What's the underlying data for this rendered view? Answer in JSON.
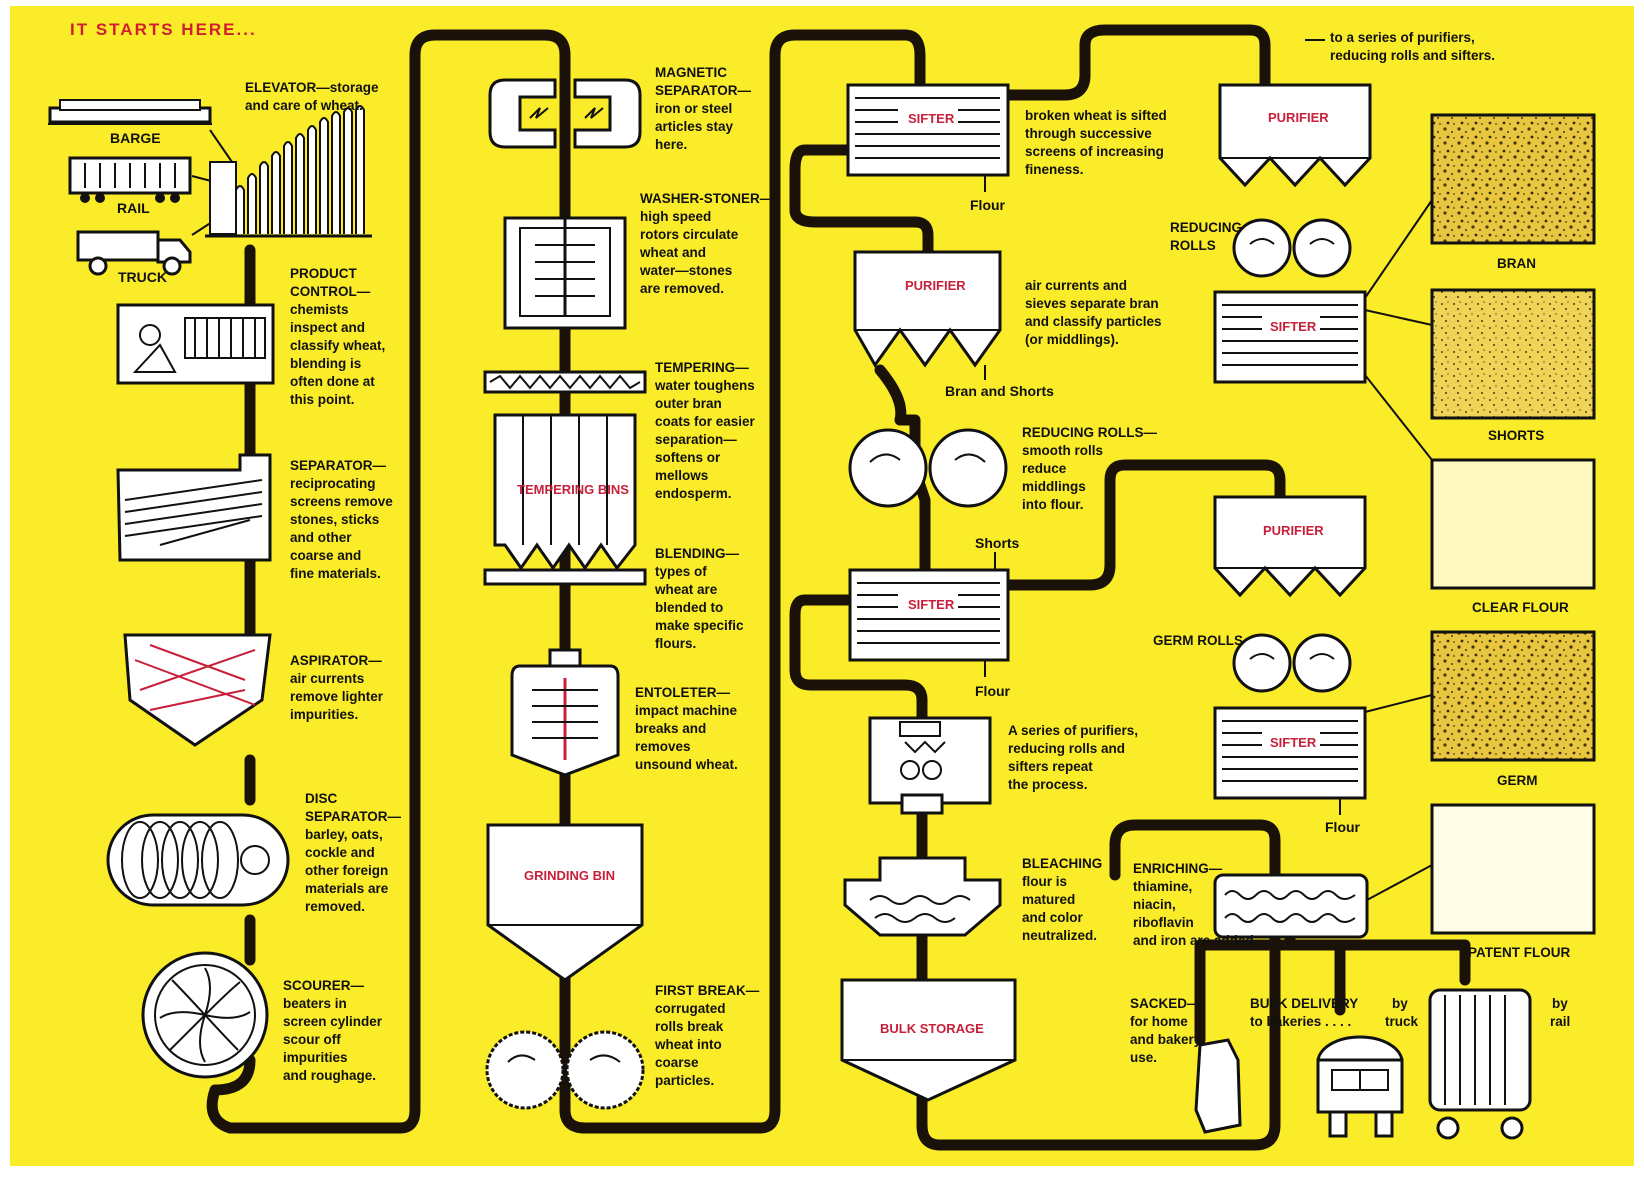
{
  "colors": {
    "background": "#fbec2a",
    "pipe": "#1a1208",
    "accent": "#c8203a",
    "product": "#e3c13b"
  },
  "header": "IT STARTS HERE...",
  "sources": {
    "barge": "BARGE",
    "rail": "RAIL",
    "truck": "TRUCK"
  },
  "steps": {
    "elevator": [
      "ELEVATOR—storage",
      "and care of wheat."
    ],
    "product_control": [
      "PRODUCT",
      "CONTROL—",
      "chemists",
      "inspect  and",
      "classify wheat,",
      "blending is",
      "often done at",
      "this point."
    ],
    "separator": [
      "SEPARATOR—",
      "reciprocating",
      "screens remove",
      "stones, sticks",
      "and other",
      "coarse and",
      "fine materials."
    ],
    "aspirator": [
      "ASPIRATOR—",
      "air currents",
      "remove lighter",
      "impurities."
    ],
    "disc_separator": [
      "DISC",
      "SEPARATOR—",
      "barley, oats,",
      "cockle and",
      "other foreign",
      "materials are",
      "removed."
    ],
    "scourer": [
      "SCOURER—",
      "beaters in",
      "screen cylinder",
      "scour off",
      "impurities",
      "and roughage."
    ],
    "magnetic_separator": [
      "MAGNETIC",
      "SEPARATOR—",
      "iron or steel",
      "articles stay",
      "here."
    ],
    "washer_stoner": [
      "WASHER-STONER—",
      "high speed",
      "rotors circulate",
      "wheat and",
      "water—stones",
      "are removed."
    ],
    "tempering": [
      "TEMPERING—",
      "water toughens",
      "outer bran",
      "coats for easier",
      "separation—",
      "softens or",
      "mellows",
      "endosperm."
    ],
    "blending": [
      "BLENDING—",
      "types of",
      "wheat are",
      "blended to",
      "make specific",
      "flours."
    ],
    "entoleter": [
      "ENTOLETER—",
      "impact machine",
      "breaks and",
      "removes",
      "unsound wheat."
    ],
    "first_break": [
      "FIRST BREAK—",
      "corrugated",
      "rolls break",
      "wheat into",
      "coarse",
      "particles."
    ],
    "sifter_1": [
      "broken wheat is sifted",
      "through successive",
      "screens of increasing",
      "fineness."
    ],
    "purifier_1": [
      "air currents and",
      "sieves separate bran",
      "and classify particles",
      "(or middlings)."
    ],
    "reducing_rolls": [
      "REDUCING ROLLS—",
      "smooth rolls",
      "reduce",
      "middlings",
      "into flour."
    ],
    "series": [
      "A series of purifiers,",
      "reducing rolls and",
      "sifters repeat",
      "the process."
    ],
    "bleaching": [
      "BLEACHING",
      "flour is",
      "matured",
      "and color",
      "neutralized."
    ],
    "enriching": [
      "ENRICHING—",
      "thiamine,",
      "niacin,",
      "riboflavin",
      "and iron are added."
    ],
    "sacked": [
      "SACKED—",
      "for home",
      "and bakery",
      "use."
    ],
    "bulk_delivery": [
      "BULK DELIVERY",
      "to bakeries . . . ."
    ],
    "by_truck": [
      "by",
      "truck"
    ],
    "by_rail": [
      "by",
      "rail"
    ],
    "top_note": [
      "to a series of purifiers,",
      "reducing rolls and sifters."
    ],
    "reducing_rolls_2": [
      "REDUCING",
      "ROLLS"
    ],
    "germ_rolls": "GERM ROLLS"
  },
  "machines": {
    "tempering_bins": "TEMPERING BINS",
    "grinding_bin": "GRINDING BIN",
    "sifter": "SIFTER",
    "purifier": "PURIFIER",
    "bulk_storage": "BULK STORAGE"
  },
  "flow_labels": {
    "flour": "Flour",
    "bran_shorts": "Bran and Shorts",
    "shorts": "Shorts"
  },
  "products": {
    "bran": "BRAN",
    "shorts": "SHORTS",
    "clear_flour": "CLEAR FLOUR",
    "germ": "GERM",
    "patent_flour": "PATENT FLOUR"
  }
}
